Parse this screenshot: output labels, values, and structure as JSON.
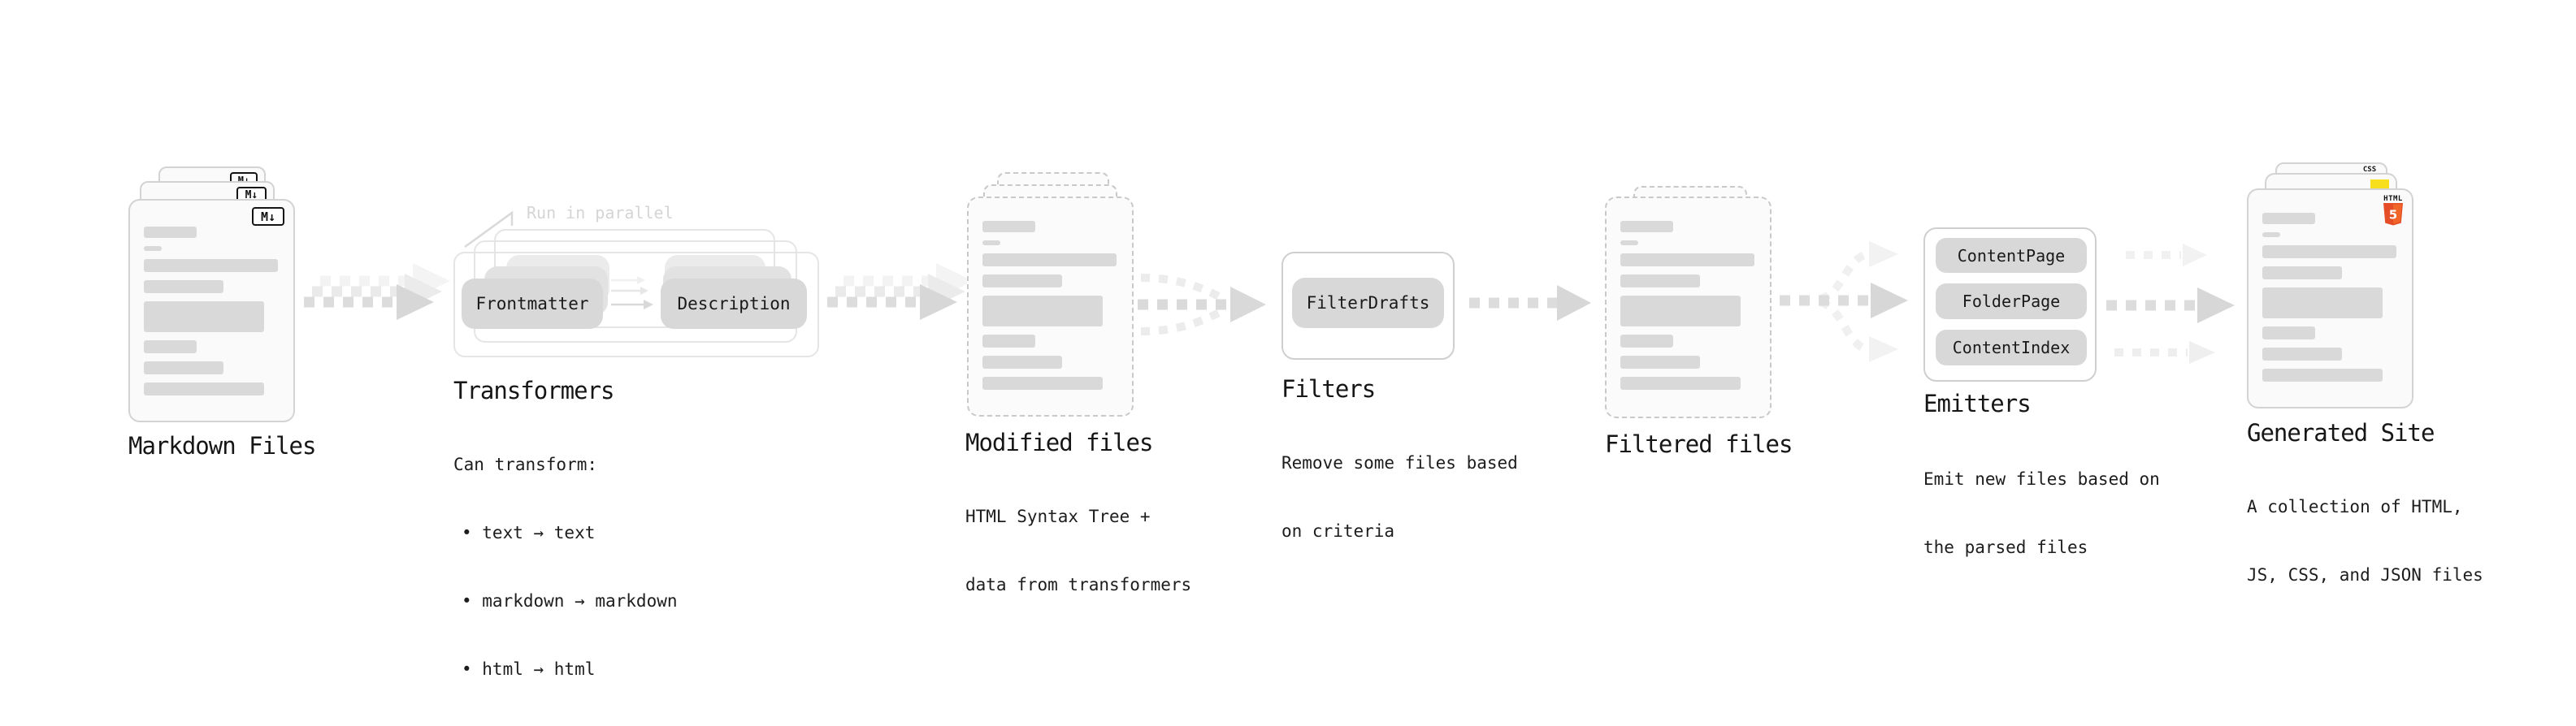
{
  "stages": {
    "markdown_files": {
      "title": "Markdown Files",
      "file_badge": "M↓"
    },
    "transformers": {
      "title": "Transformers",
      "parallel_note": "Run in parallel",
      "pill_left": "Frontmatter",
      "pill_right": "Description",
      "desc_lines": [
        "Can transform:",
        "• text → text",
        "• markdown → markdown",
        "• html → html"
      ]
    },
    "modified_files": {
      "title": "Modified files",
      "desc_lines": [
        "HTML Syntax Tree +",
        "data from transformers"
      ]
    },
    "filters": {
      "title": "Filters",
      "pill": "FilterDrafts",
      "desc_lines": [
        "Remove some files based",
        "on criteria"
      ]
    },
    "filtered_files": {
      "title": "Filtered files"
    },
    "emitters": {
      "title": "Emitters",
      "pills": [
        "ContentPage",
        "FolderPage",
        "ContentIndex"
      ],
      "desc_lines": [
        "Emit new files based on",
        "the parsed files"
      ]
    },
    "generated_site": {
      "title": "Generated Site",
      "css_badge": "CSS",
      "html_badge_label": "HTML",
      "html_badge_number": "5",
      "desc_lines": [
        "A collection of HTML,",
        "JS, CSS, and JSON files"
      ]
    }
  },
  "colors": {
    "card_fill": "#fafafa",
    "card_border": "#d3d3d3",
    "dashed_border": "#c9c9c9",
    "bar_gray": "#d9d9d9",
    "pill_gray": "#d8d8d8",
    "arrow_gray": "#dcdcdc",
    "arrow_head": "#d7d7d7",
    "arrow_echo": "#eaeaea",
    "note_gray": "#d5d5d5",
    "text_black": "#161616",
    "html5_orange": "#e44d26",
    "html5_orange_light": "#f16529",
    "js_yellow": "#f7df1e",
    "css_blue": "#2965f1"
  }
}
